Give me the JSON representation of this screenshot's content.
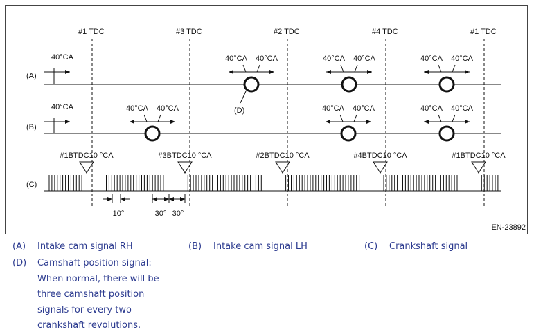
{
  "diagram": {
    "tdc_labels": [
      "#1 TDC",
      "#3 TDC",
      "#2 TDC",
      "#4 TDC",
      "#1 TDC"
    ],
    "row_labels": [
      "(A)",
      "(B)",
      "(C)"
    ],
    "angle_label": "40°CA",
    "pointer_label": "(D)",
    "btdc_labels": [
      "#1BTDC10 °CA",
      "#3BTDC10 °CA",
      "#2BTDC10 °CA",
      "#4BTDC10 °CA",
      "#1BTDC10 °CA"
    ],
    "dim_labels": [
      "10°",
      "30°",
      "30°"
    ],
    "figure_id": "EN-23892"
  },
  "legend": {
    "a": {
      "code": "(A)",
      "text": "Intake cam signal RH"
    },
    "b": {
      "code": "(B)",
      "text": "Intake cam signal LH"
    },
    "c": {
      "code": "(C)",
      "text": "Crankshaft signal"
    },
    "d": {
      "code": "(D)",
      "lines": [
        "Camshaft position signal:",
        "When normal, there will be",
        "three camshaft position",
        "signals for every two",
        "crankshaft revolutions."
      ]
    }
  },
  "colors": {
    "legend_text": "#2b3a8f",
    "line": "#111111"
  }
}
